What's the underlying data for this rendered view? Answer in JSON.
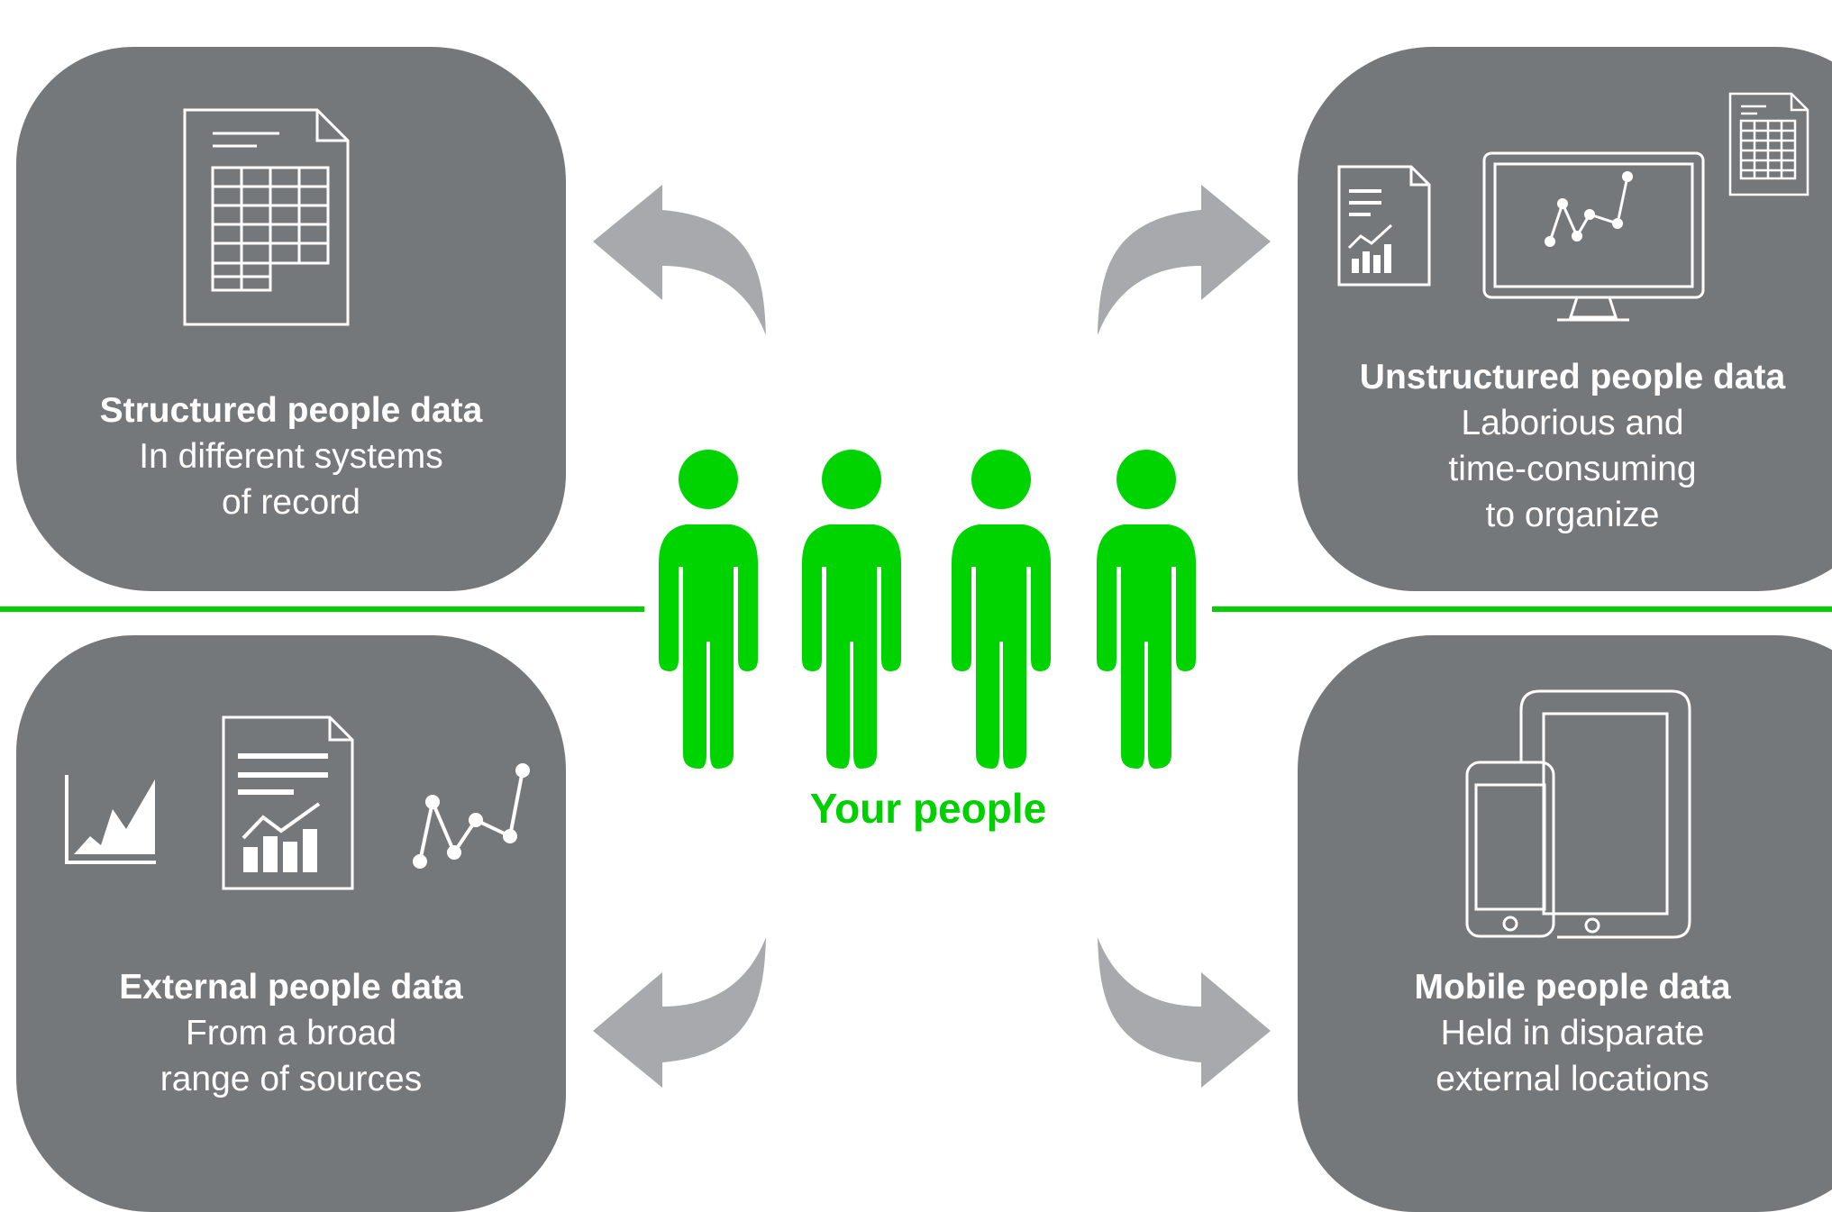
{
  "colors": {
    "panel": "#75787b",
    "accent_green": "#00cf00",
    "arrow": "#a7a9ac",
    "icon_stroke": "#ffffff"
  },
  "center": {
    "label": "Your people"
  },
  "panels": {
    "structured": {
      "title": "Structured people data",
      "line1": "In different systems",
      "line2": "of record",
      "icon": "spreadsheet-document-icon"
    },
    "unstructured": {
      "title": "Unstructured people data",
      "line1": "Laborious and",
      "line2": "time-consuming",
      "line3": "to organize",
      "icons": [
        "report-document-icon",
        "monitor-chart-icon",
        "spreadsheet-icon"
      ]
    },
    "external": {
      "title": "External people data",
      "line1": "From a broad",
      "line2": "range of sources",
      "icons": [
        "area-chart-icon",
        "report-document-icon",
        "line-chart-icon"
      ]
    },
    "mobile": {
      "title": "Mobile people data",
      "line1": "Held in disparate",
      "line2": "external locations",
      "icons": [
        "smartphone-icon",
        "tablet-icon"
      ]
    }
  },
  "arrows": [
    "arrow-top-left",
    "arrow-top-right",
    "arrow-bottom-left",
    "arrow-bottom-right"
  ]
}
